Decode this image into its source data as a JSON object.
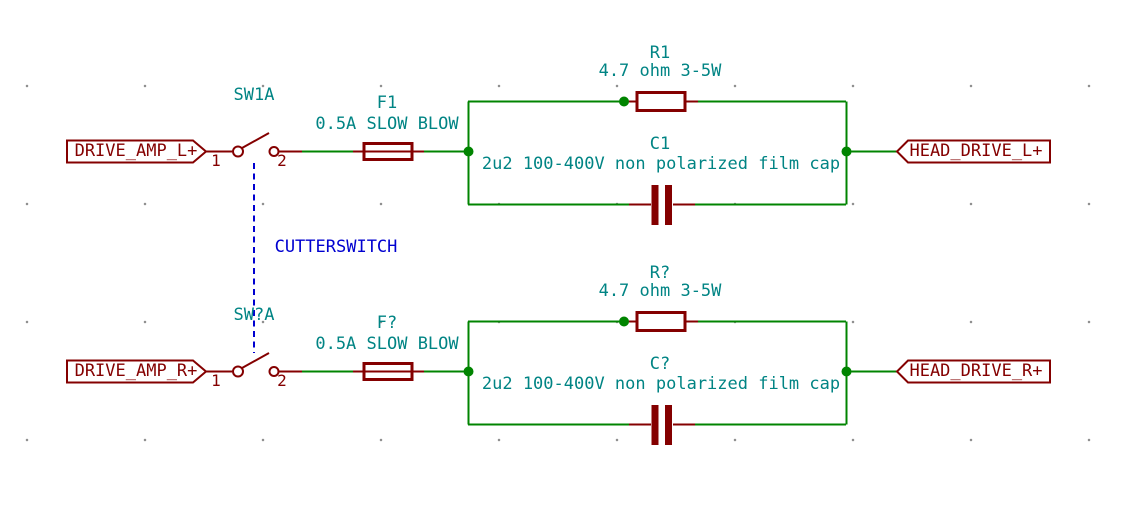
{
  "colors": {
    "wire": "#008400",
    "device": "#840000",
    "field": "#008484",
    "note": "#0000d0",
    "grid": "#8c8c8c",
    "background": "#ffffff"
  },
  "note_text": "CUTTERSWITCH",
  "channels": [
    {
      "input_label": "DRIVE_AMP_L+",
      "output_label": "HEAD_DRIVE_L+",
      "switch": {
        "ref": "SW1A",
        "pin1": "1",
        "pin2": "2"
      },
      "fuse": {
        "ref": "F1",
        "value": "0.5A SLOW BLOW"
      },
      "resistor": {
        "ref": "R1",
        "value": "4.7 ohm 3-5W"
      },
      "capacitor": {
        "ref": "C1",
        "value": "2u2 100-400V non polarized film cap"
      }
    },
    {
      "input_label": "DRIVE_AMP_R+",
      "output_label": "HEAD_DRIVE_R+",
      "switch": {
        "ref": "SW?A",
        "pin1": "1",
        "pin2": "2"
      },
      "fuse": {
        "ref": "F?",
        "value": "0.5A SLOW BLOW"
      },
      "resistor": {
        "ref": "R?",
        "value": "4.7 ohm 3-5W"
      },
      "capacitor": {
        "ref": "C?",
        "value": "2u2 100-400V non polarized film cap"
      }
    }
  ]
}
